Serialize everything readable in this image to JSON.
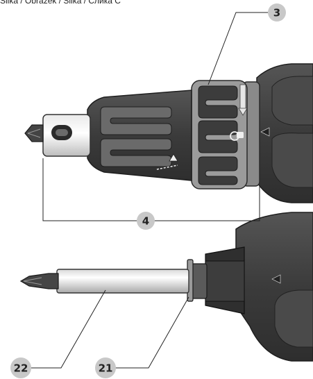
{
  "header": {
    "text": "Slika / Obrázek / Slika / Слика C"
  },
  "callouts": {
    "c3": "3",
    "c4": "4",
    "c22": "22",
    "c21": "21"
  },
  "colors": {
    "dark": "#3a3a3a",
    "mid": "#6e6e6e",
    "light": "#bdbdbd",
    "callout_fill": "#c8c8c8"
  }
}
